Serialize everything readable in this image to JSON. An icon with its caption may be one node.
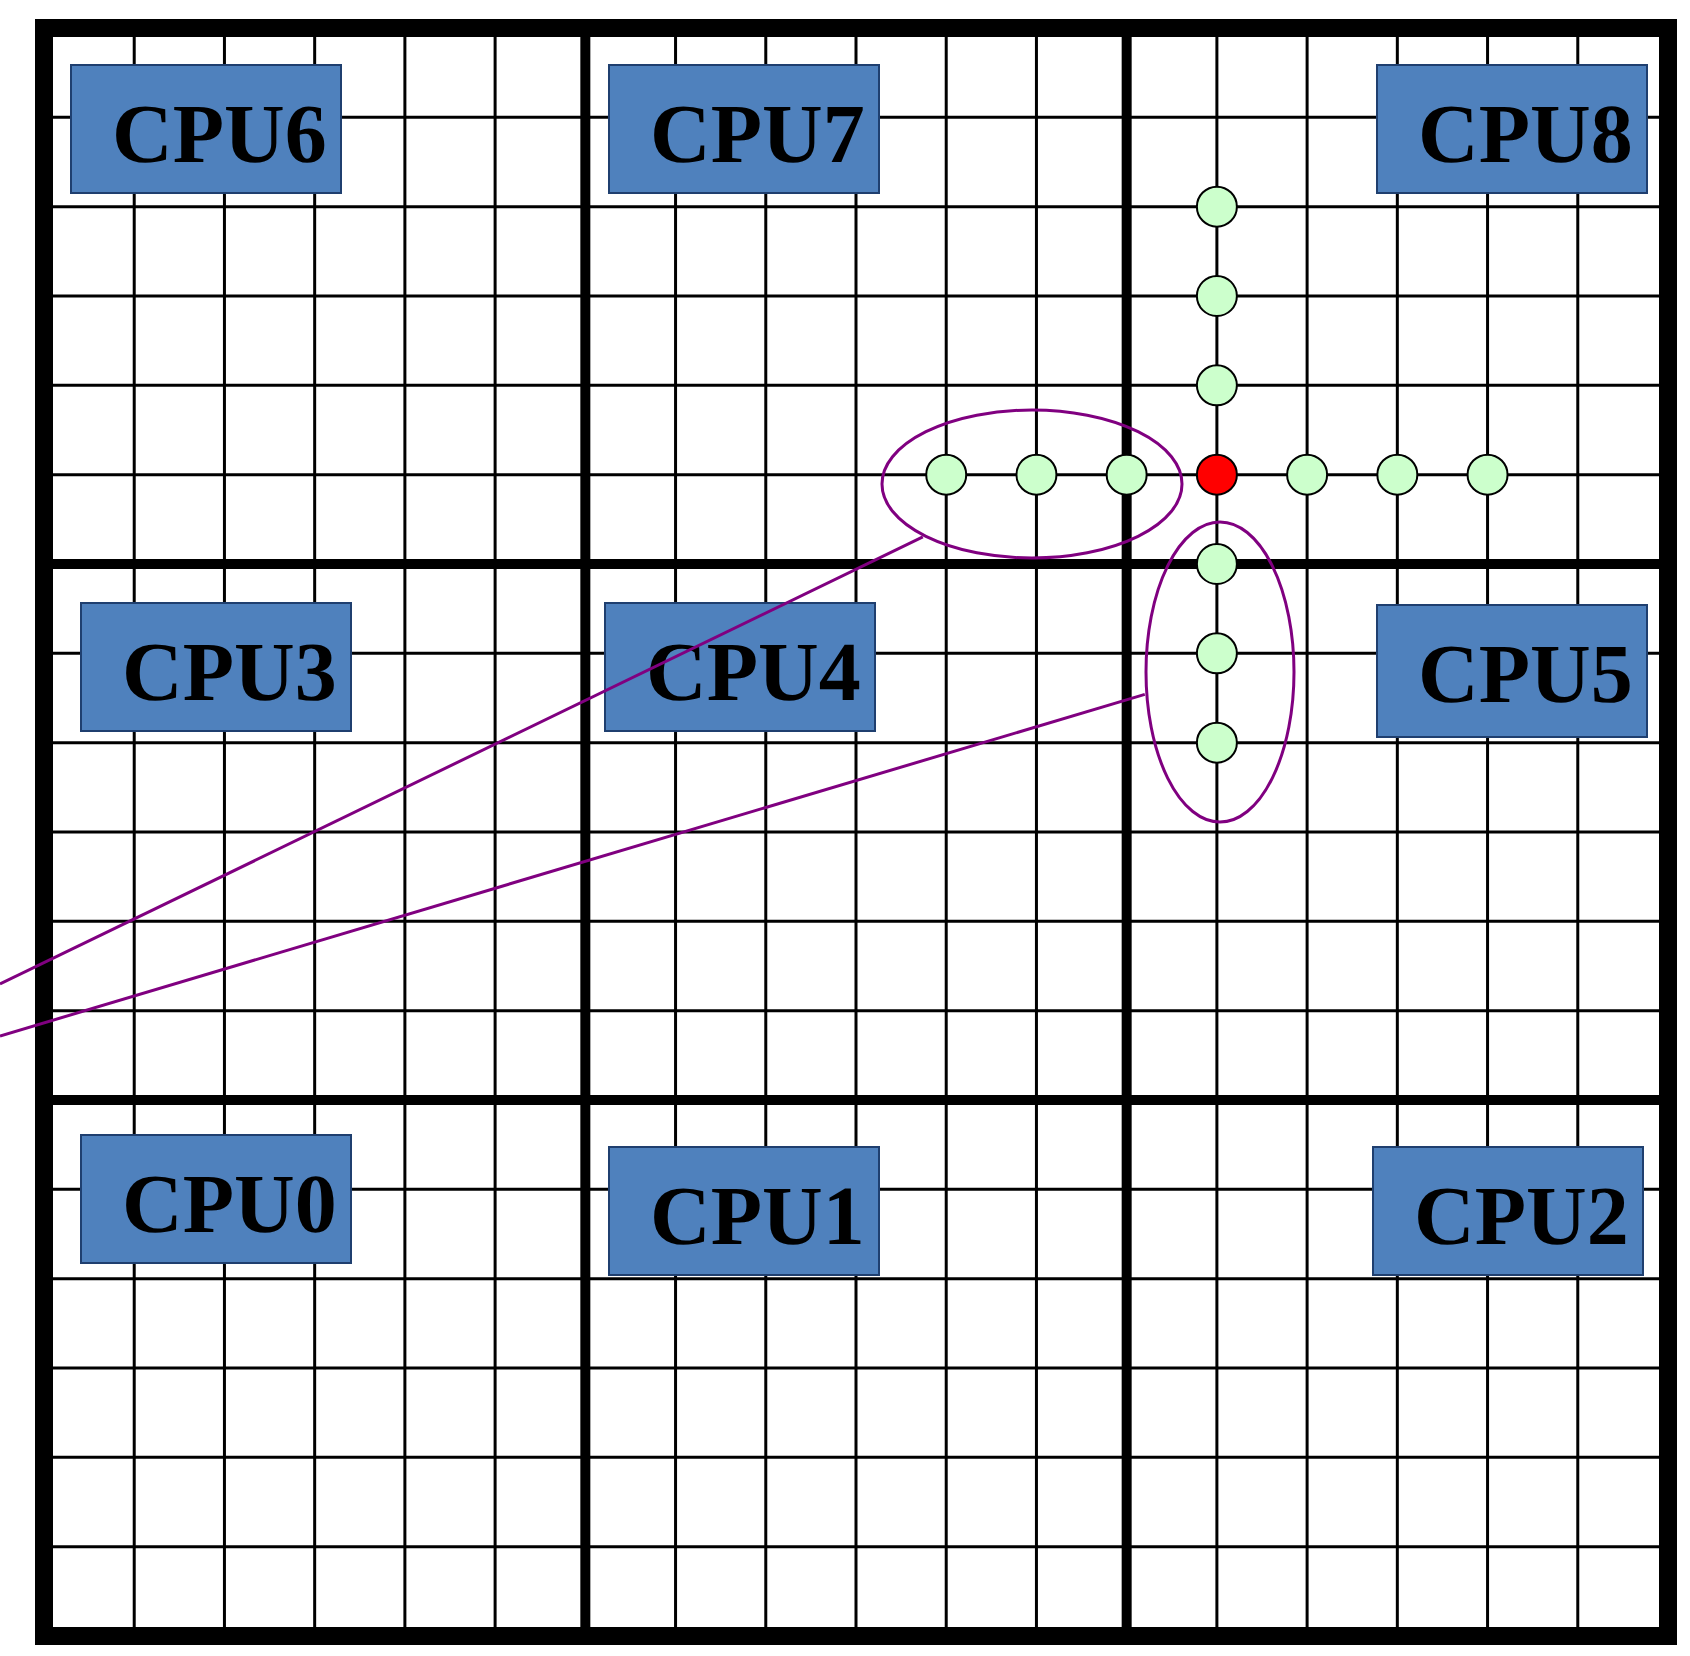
{
  "diagram": {
    "nodes": [
      {
        "text": [
          "CPU6"
        ]
      },
      {
        "text": [
          "CPU7"
        ]
      },
      {
        "text": [
          "CPU8"
        ]
      },
      {
        "text": [
          "CPU3"
        ]
      },
      {
        "text": [
          "CPU4"
        ]
      },
      {
        "text": [
          "CPU5"
        ]
      },
      {
        "text": [
          "CPU0"
        ]
      },
      {
        "text": [
          "CPU1"
        ]
      },
      {
        "text": [
          "CPU2"
        ]
      },
      {
        "text": [],
        "shape": "ellipse"
      },
      {
        "text": [],
        "shape": "ellipse"
      }
    ],
    "edges": [
      {
        "from": 9,
        "to": null,
        "arrow": "none"
      },
      {
        "from": 10,
        "to": null,
        "arrow": "none"
      }
    ]
  }
}
